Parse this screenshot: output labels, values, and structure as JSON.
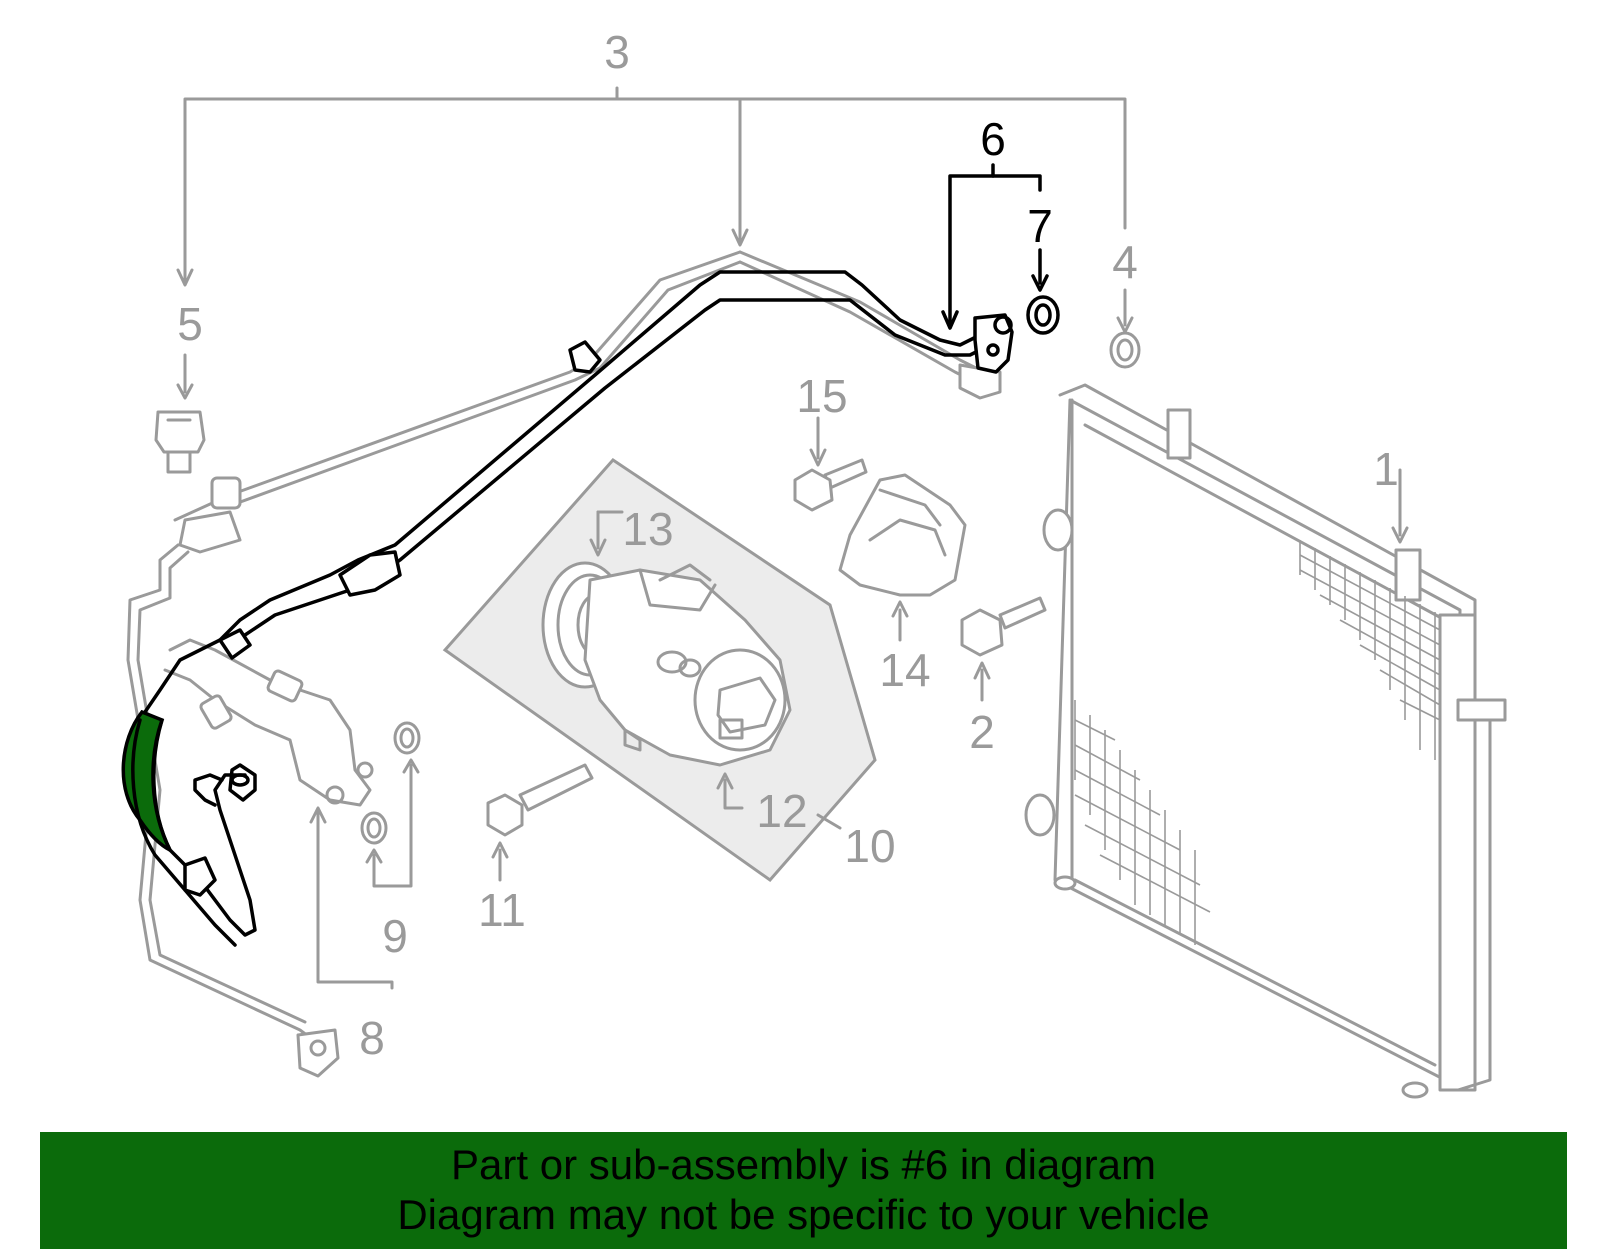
{
  "callouts": {
    "c1": "1",
    "c2": "2",
    "c3": "3",
    "c4": "4",
    "c5": "5",
    "c6": "6",
    "c7": "7",
    "c8": "8",
    "c9": "9",
    "c10": "10",
    "c11": "11",
    "c12": "12",
    "c13": "13",
    "c14": "14",
    "c15": "15"
  },
  "highlight_callout": "6",
  "colors": {
    "banner": "#0b6b0b",
    "highlight": "#0b6b0b",
    "part_gray": "#9a9a9a",
    "selected": "#000000"
  },
  "banner": {
    "line1": "Part or sub-assembly is #6 in diagram",
    "line2": "Diagram may not be specific to your vehicle"
  }
}
